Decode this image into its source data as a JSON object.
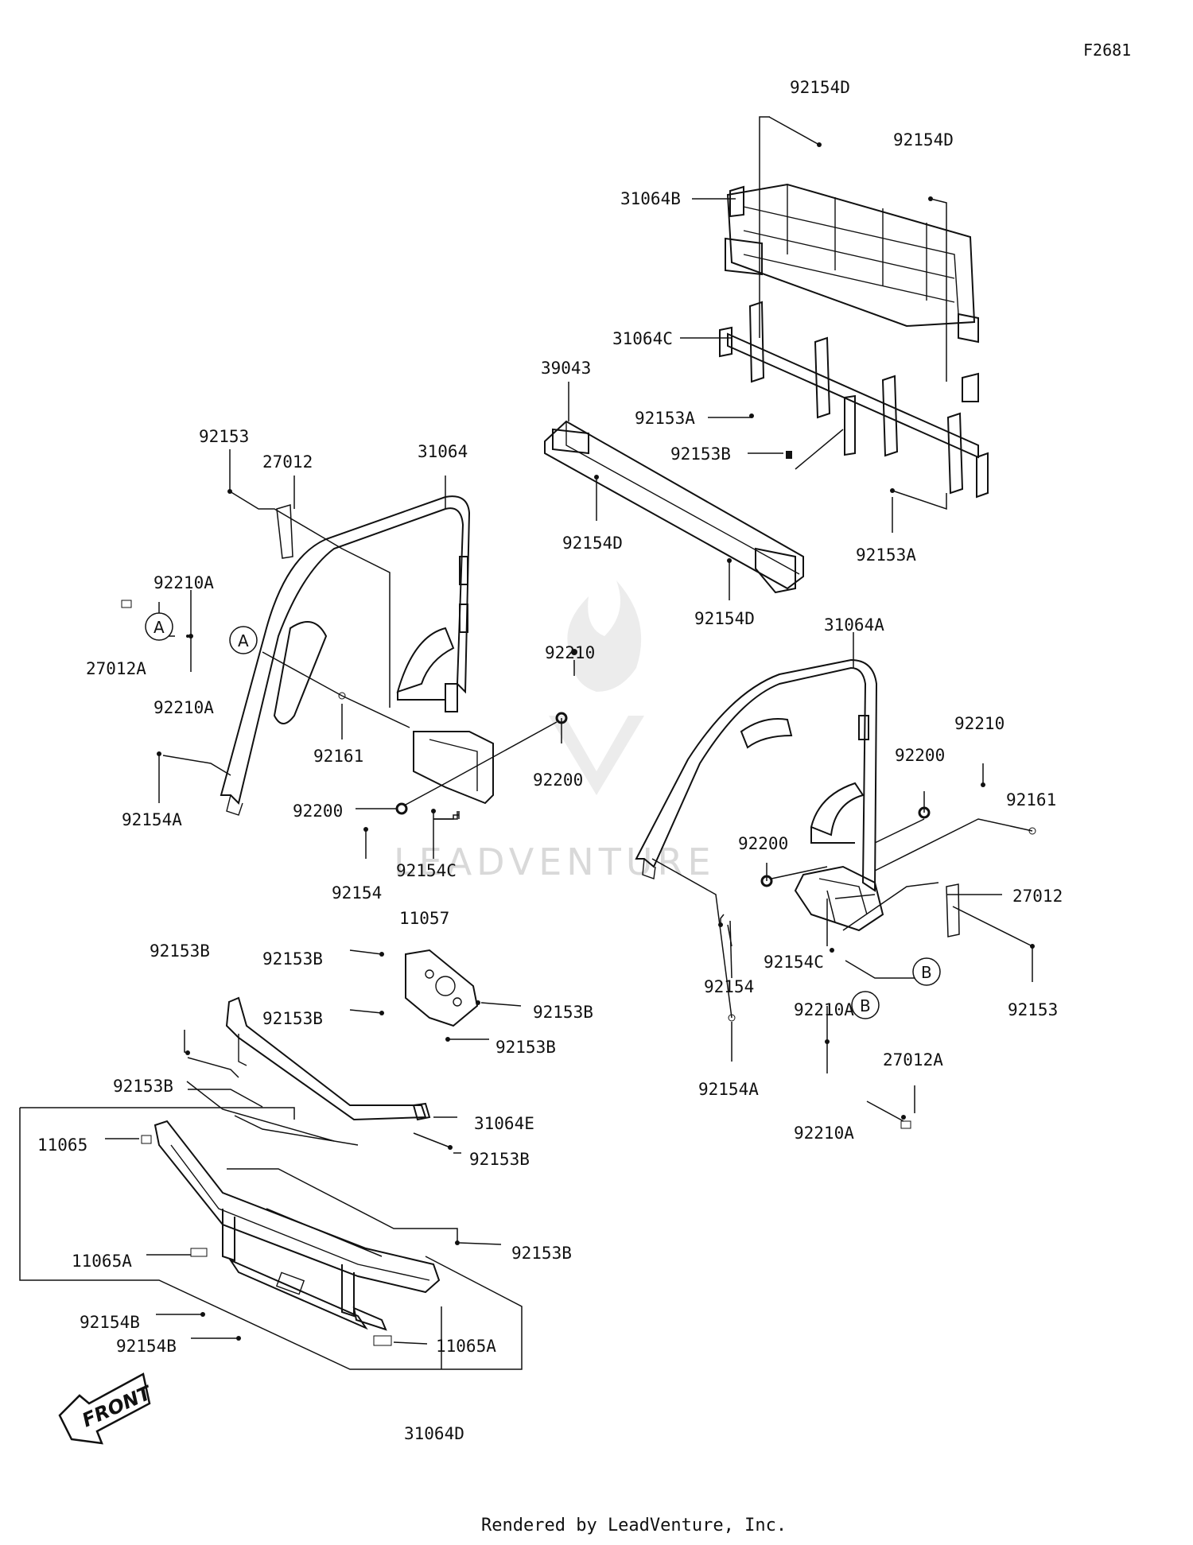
{
  "diagram": {
    "code": "F2681",
    "footer": "Rendered by LeadVenture, Inc.",
    "watermark": "LEADVENTURE",
    "front_label": "FRONT",
    "ref_a": "A",
    "ref_b": "B"
  },
  "callouts": [
    {
      "id": "c1",
      "text": "92154D"
    },
    {
      "id": "c2",
      "text": "92154D"
    },
    {
      "id": "c3",
      "text": "31064B"
    },
    {
      "id": "c4",
      "text": "31064C"
    },
    {
      "id": "c5",
      "text": "39043"
    },
    {
      "id": "c6",
      "text": "92153A"
    },
    {
      "id": "c7",
      "text": "92153B"
    },
    {
      "id": "c8",
      "text": "92154D"
    },
    {
      "id": "c9",
      "text": "92153A"
    },
    {
      "id": "c10",
      "text": "92154D"
    },
    {
      "id": "c11",
      "text": "92153"
    },
    {
      "id": "c12",
      "text": "27012"
    },
    {
      "id": "c13",
      "text": "31064"
    },
    {
      "id": "c14",
      "text": "92210A"
    },
    {
      "id": "c15",
      "text": "27012A"
    },
    {
      "id": "c16",
      "text": "92210A"
    },
    {
      "id": "c17",
      "text": "92161"
    },
    {
      "id": "c18",
      "text": "92210"
    },
    {
      "id": "c19",
      "text": "92200"
    },
    {
      "id": "c20",
      "text": "92154A"
    },
    {
      "id": "c21",
      "text": "92200"
    },
    {
      "id": "c22",
      "text": "92154C"
    },
    {
      "id": "c23",
      "text": "92154"
    },
    {
      "id": "c24",
      "text": "31064A"
    },
    {
      "id": "c25",
      "text": "92210"
    },
    {
      "id": "c26",
      "text": "92200"
    },
    {
      "id": "c27",
      "text": "92161"
    },
    {
      "id": "c28",
      "text": "92200"
    },
    {
      "id": "c29",
      "text": "27012"
    },
    {
      "id": "c30",
      "text": "92154C"
    },
    {
      "id": "c31",
      "text": "92154"
    },
    {
      "id": "c32",
      "text": "92153"
    },
    {
      "id": "c33",
      "text": "92210A"
    },
    {
      "id": "c34",
      "text": "27012A"
    },
    {
      "id": "c35",
      "text": "92154A"
    },
    {
      "id": "c36",
      "text": "92210A"
    },
    {
      "id": "c37",
      "text": "11057"
    },
    {
      "id": "c38",
      "text": "92153B"
    },
    {
      "id": "c39",
      "text": "92153B"
    },
    {
      "id": "c40",
      "text": "92153B"
    },
    {
      "id": "c41",
      "text": "92153B"
    },
    {
      "id": "c42",
      "text": "92153B"
    },
    {
      "id": "c43",
      "text": "92153B"
    },
    {
      "id": "c44",
      "text": "31064E"
    },
    {
      "id": "c45",
      "text": "92153B"
    },
    {
      "id": "c46",
      "text": "11065"
    },
    {
      "id": "c47",
      "text": "11065A"
    },
    {
      "id": "c48",
      "text": "92153B"
    },
    {
      "id": "c49",
      "text": "92154B"
    },
    {
      "id": "c50",
      "text": "92154B"
    },
    {
      "id": "c51",
      "text": "11065A"
    },
    {
      "id": "c52",
      "text": "31064D"
    }
  ]
}
